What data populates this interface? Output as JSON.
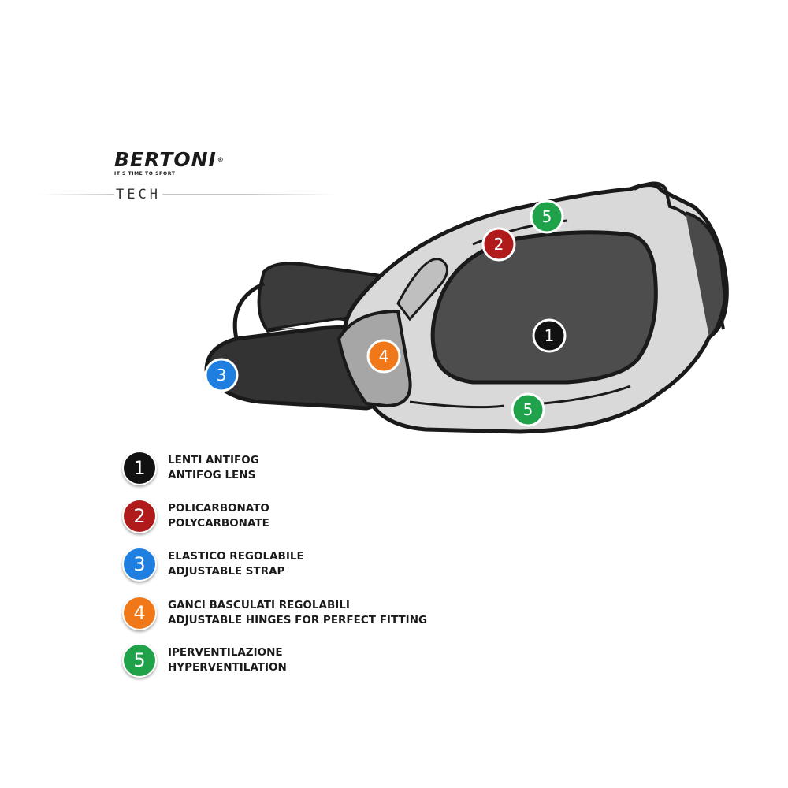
{
  "brand": {
    "name": "BERTONI",
    "tagline": "IT'S TIME TO SPORT",
    "sub": "TECH"
  },
  "callouts": [
    {
      "number": "1",
      "color": "#111111"
    },
    {
      "number": "2",
      "color": "#b11a1a"
    },
    {
      "number": "3",
      "color": "#1e7fe0"
    },
    {
      "number": "4",
      "color": "#f07818"
    },
    {
      "number": "5",
      "color": "#1fa24a"
    }
  ],
  "legend": [
    {
      "number": "1",
      "color": "#111111",
      "line1": "LENTI ANTIFOG",
      "line2": "ANTIFOG LENS"
    },
    {
      "number": "2",
      "color": "#b11a1a",
      "line1": "POLICARBONATO",
      "line2": "POLYCARBONATE"
    },
    {
      "number": "3",
      "color": "#1e7fe0",
      "line1": "ELASTICO REGOLABILE",
      "line2": "ADJUSTABLE STRAP"
    },
    {
      "number": "4",
      "color": "#f07818",
      "line1": "GANCI BASCULATI REGOLABILI",
      "line2": "ADJUSTABLE HINGES FOR PERFECT FITTING"
    },
    {
      "number": "5",
      "color": "#1fa24a",
      "line1": "IPERVENTILAZIONE",
      "line2": "HYPERVENTILATION"
    }
  ]
}
